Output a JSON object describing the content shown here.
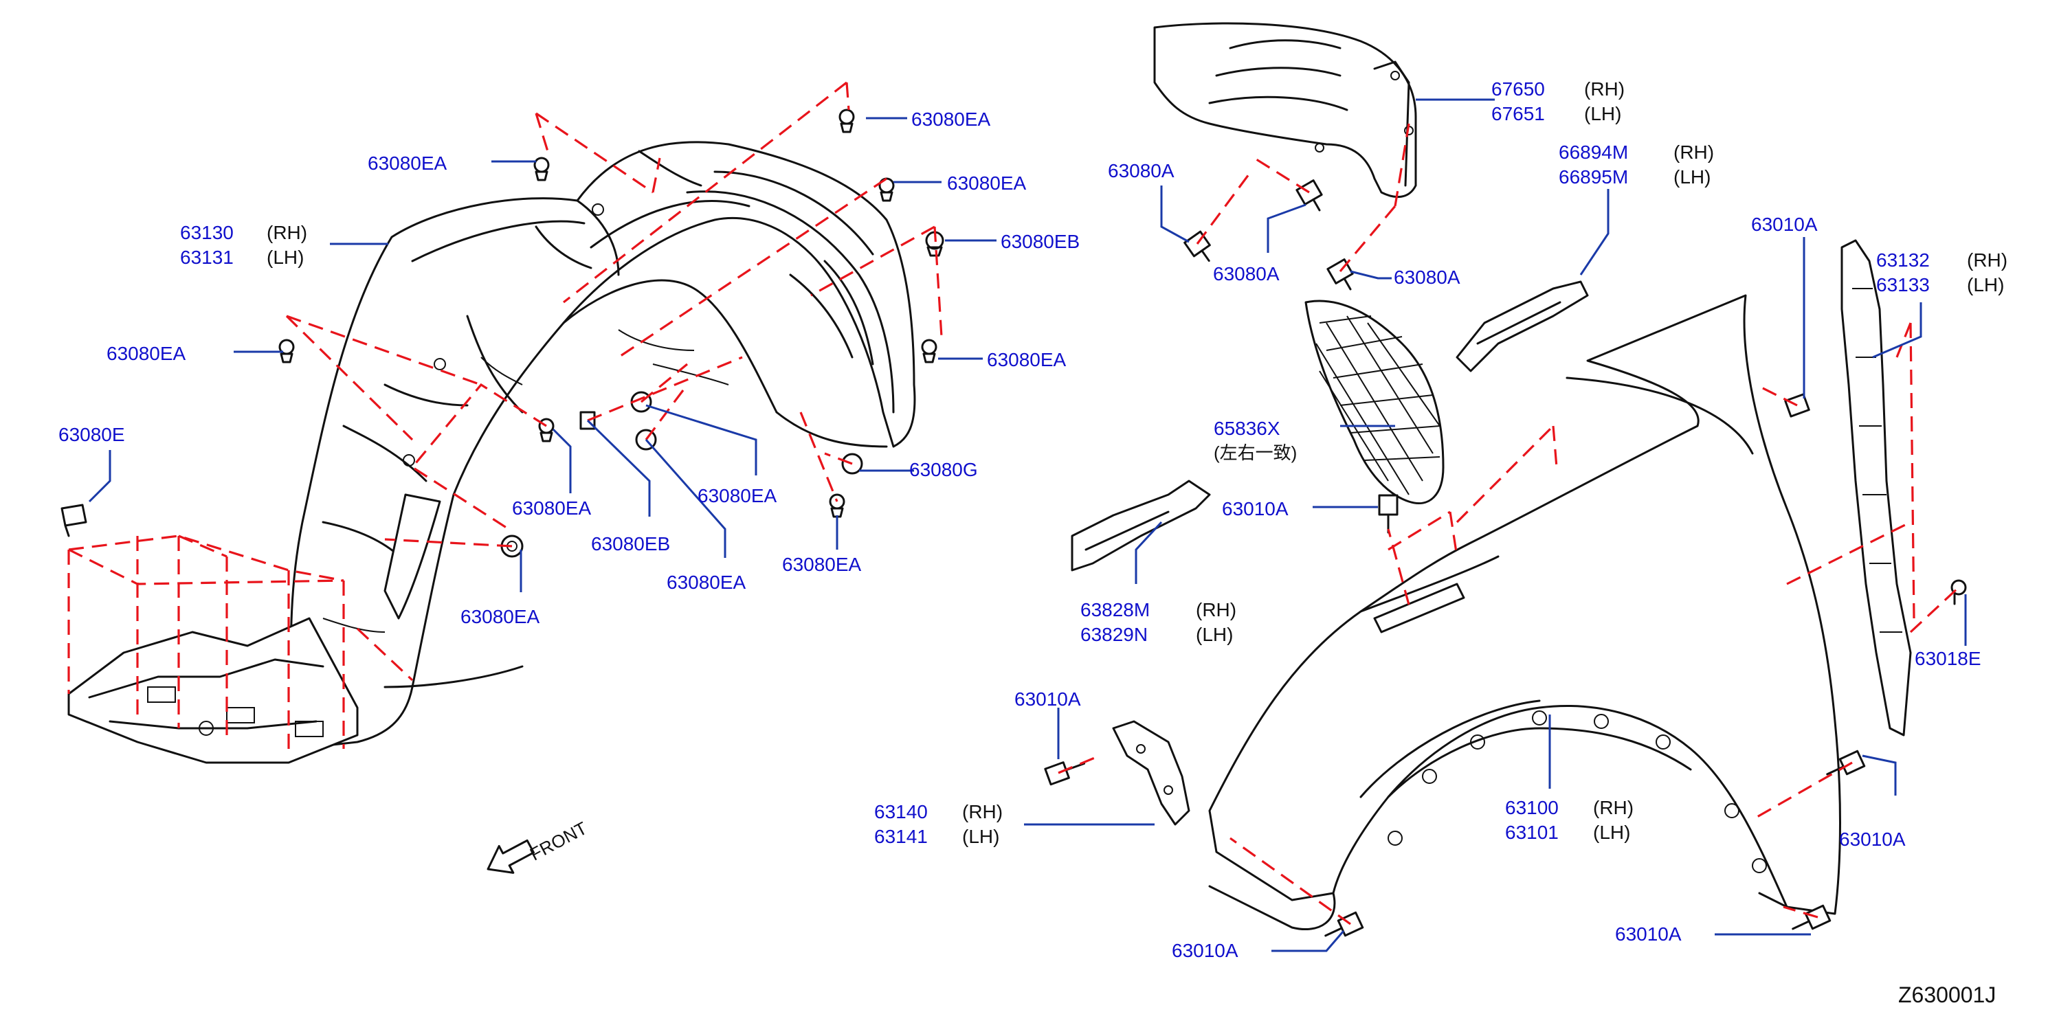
{
  "diagram_code": "Z630001J",
  "front_label": "FRONT",
  "colors": {
    "part_number": "#1010cc",
    "leader": "#1a3aa8",
    "assembly_line": "#e8141b",
    "drawing": "#111111"
  },
  "parts": {
    "p63080EA_a": "63080EA",
    "p63080EA_b": "63080EA",
    "p63080EA_c": "63080EA",
    "p63080EA_d": "63080EA",
    "p63080EA_e": "63080EA",
    "p63080EA_f": "63080EA",
    "p63080EA_g": "63080EA",
    "p63080EA_h": "63080EA",
    "p63080EA_i": "63080EA",
    "p63080EB_a": "63080EB",
    "p63080EB_b": "63080EB",
    "p63080G": "63080G",
    "p63080E": "63080E",
    "p63130": "63130",
    "p63131": "63131",
    "p67650": "67650",
    "p67651": "67651",
    "p66894M": "66894M",
    "p66895M": "66895M",
    "p63080A_a": "63080A",
    "p63080A_b": "63080A",
    "p63080A_c": "63080A",
    "p65836X": "65836X",
    "p63010A_a": "63010A",
    "p63010A_b": "63010A",
    "p63010A_c": "63010A",
    "p63010A_d": "63010A",
    "p63010A_e": "63010A",
    "p63010A_f": "63010A",
    "p63828M": "63828M",
    "p63829N": "63829N",
    "p63132": "63132",
    "p63133": "63133",
    "p63018E": "63018E",
    "p63140": "63140",
    "p63141": "63141",
    "p63100": "63100",
    "p63101": "63101"
  },
  "sides": {
    "rh": "(RH)",
    "lh": "(LH)"
  },
  "note_65836X": "(左右一致)"
}
